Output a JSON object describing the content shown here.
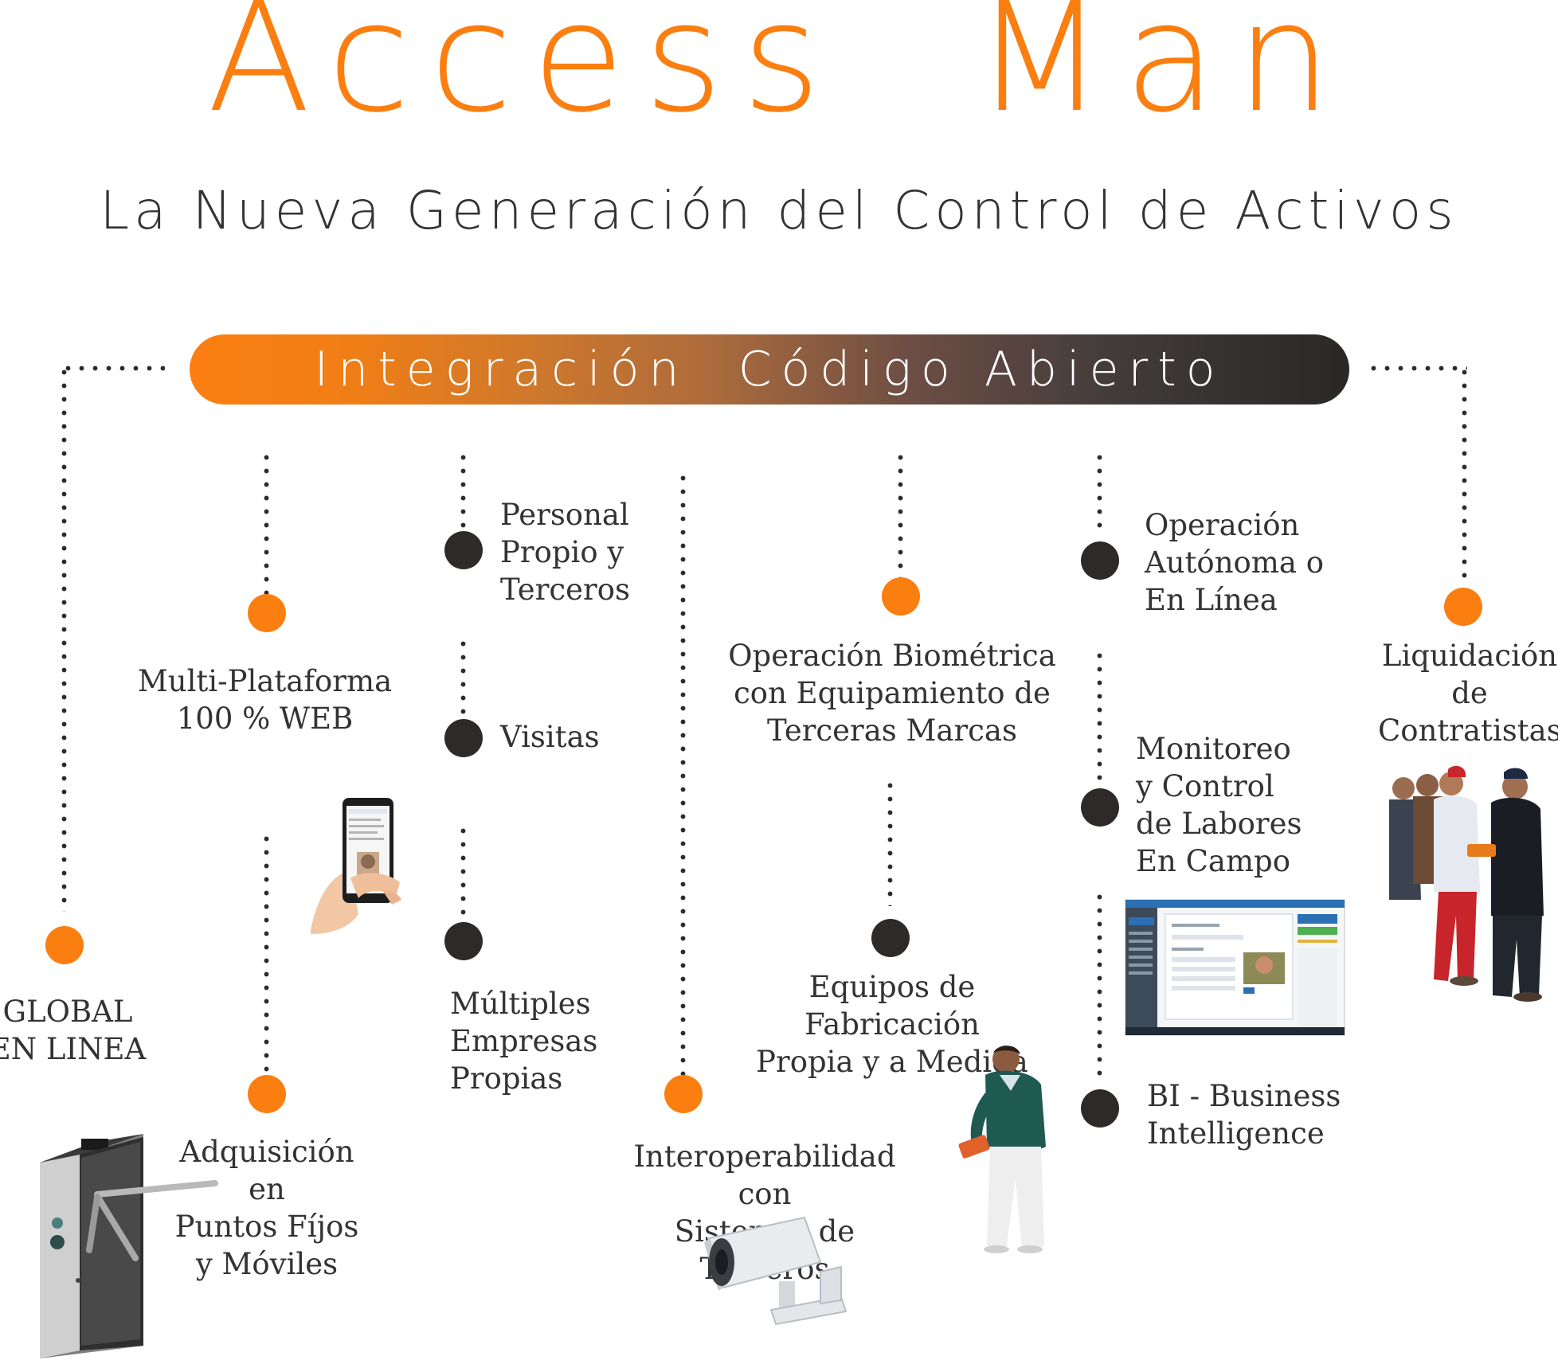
{
  "header": {
    "title": "Access  Man",
    "subtitle": "La Nueva Generación del Control de Activos"
  },
  "banner": {
    "text": "Integración  Código Abierto"
  },
  "colors": {
    "accent": "#fb7e11",
    "dark": "#2e2a2a",
    "text": "#333333"
  },
  "features": {
    "global": "GLOBAL\nEN LINEA",
    "multiplataforma": "Multi-Plataforma\n100 % WEB",
    "adquisicion": "Adquisición\nen\nPuntos Fíjos\ny Móviles",
    "personal": "Personal\nPropio y\nTerceros",
    "visitas": "Visitas",
    "empresas": "Múltiples\nEmpresas\nPropias",
    "interoperabilidad": "Interoperabilidad con\nSistemas de Terceros",
    "biometrica": "Operación Biométrica\ncon Equipamiento de\nTerceras Marcas",
    "equipos": "Equipos de Fabricación\nPropia y a Medida",
    "autonoma": "Operación\nAutónoma o\nEn Línea",
    "monitoreo": "Monitoreo\ny Control\nde Labores\nEn Campo",
    "bi": "BI - Business\nIntelligence",
    "liquidacion": "Liquidación\nde\nContratistas"
  },
  "icons": {
    "phone": "smartphone-in-hand-icon",
    "turnstile": "tripod-turnstile-icon",
    "camera": "security-camera-icon",
    "worker": "worker-with-handheld-device-icon",
    "dashboard": "web-dashboard-screenshot-icon",
    "group": "field-workers-group-icon"
  }
}
